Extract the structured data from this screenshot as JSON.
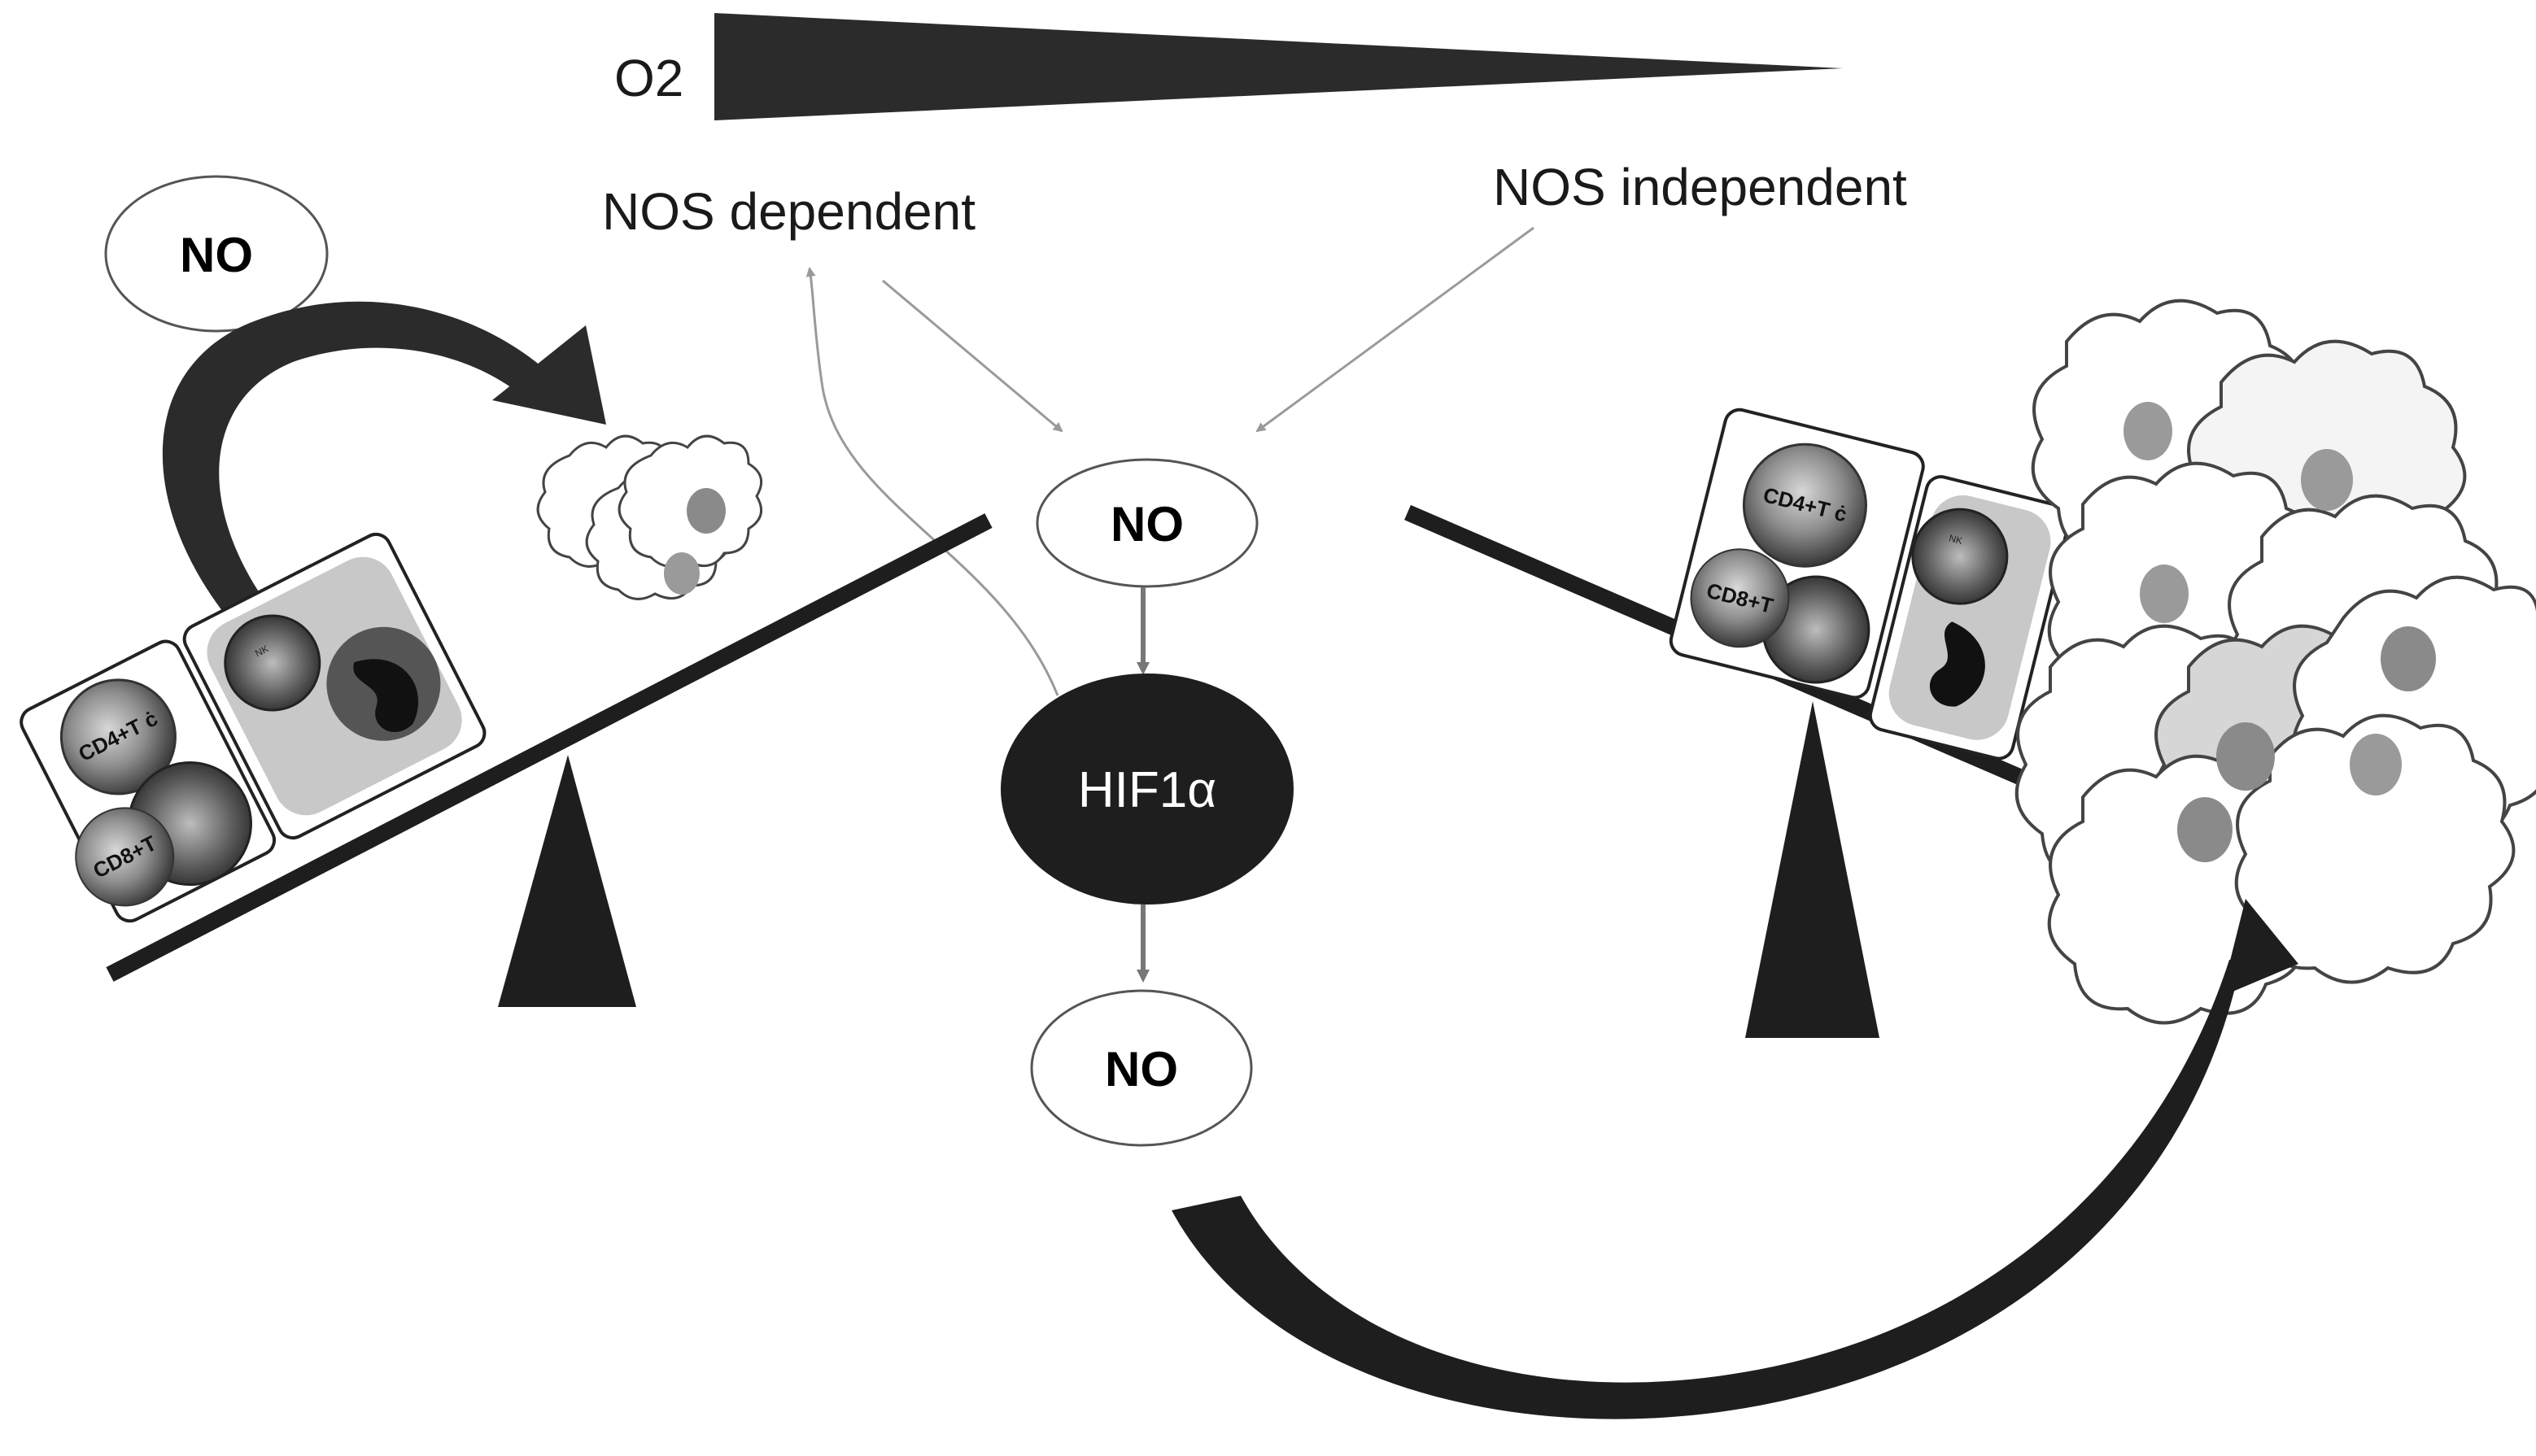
{
  "labels": {
    "o2": "O2",
    "nos_dependent": "NOS dependent",
    "nos_independent": "NOS independent",
    "no_topleft": "NO",
    "no_top": "NO",
    "hif": "HIF1α",
    "no_bottom": "NO"
  },
  "cells": {
    "cd4": "CD4+T ċ",
    "cd8": "CD8+T",
    "nk": "NK"
  },
  "colors": {
    "dark": "#2b2b2b",
    "mid_gray": "#8a8a8a",
    "light_gray": "#d6d6d6",
    "line_gray": "#9a9a9a"
  }
}
